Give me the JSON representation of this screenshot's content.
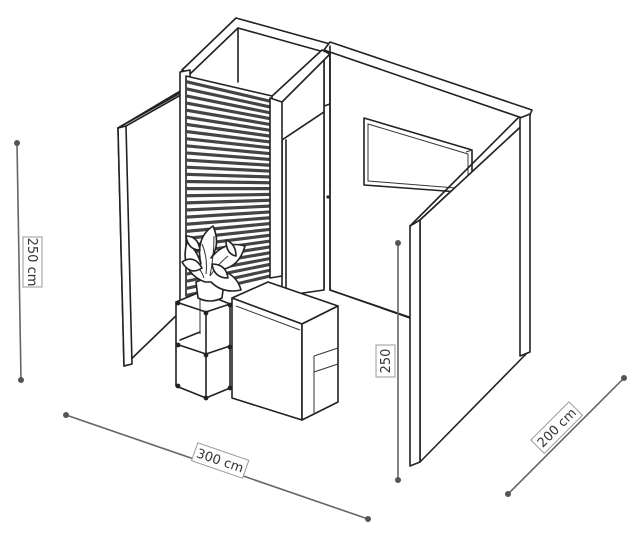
{
  "dimensions": {
    "height_left": "250 cm",
    "width_front": "300 cm",
    "depth_right": "200 cm",
    "height_inner": "250"
  },
  "colors": {
    "line": "#222222",
    "dimension_line": "#666666",
    "background": "#ffffff"
  },
  "icons": [
    "potted-plant-icon"
  ]
}
